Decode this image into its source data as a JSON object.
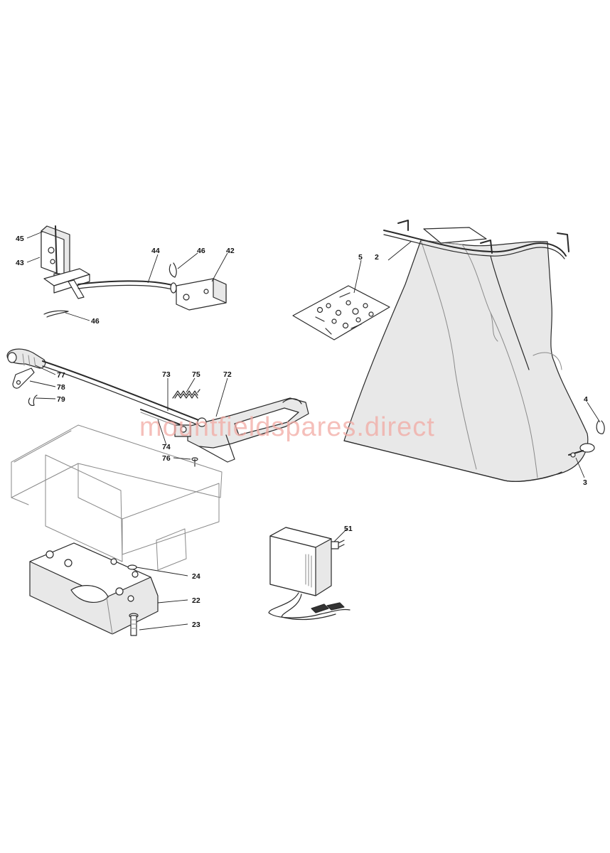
{
  "watermark": "mountfieldspares.direct",
  "callouts": {
    "c2": "2",
    "c3": "3",
    "c4": "4",
    "c5": "5",
    "c22": "22",
    "c23": "23",
    "c24": "24",
    "c42": "42",
    "c43": "43",
    "c44": "44",
    "c45": "45",
    "c46a": "46",
    "c46b": "46",
    "c51": "51",
    "c72": "72",
    "c73": "73",
    "c74": "74",
    "c75": "75",
    "c76": "76",
    "c77": "77",
    "c78": "78",
    "c79": "79"
  }
}
